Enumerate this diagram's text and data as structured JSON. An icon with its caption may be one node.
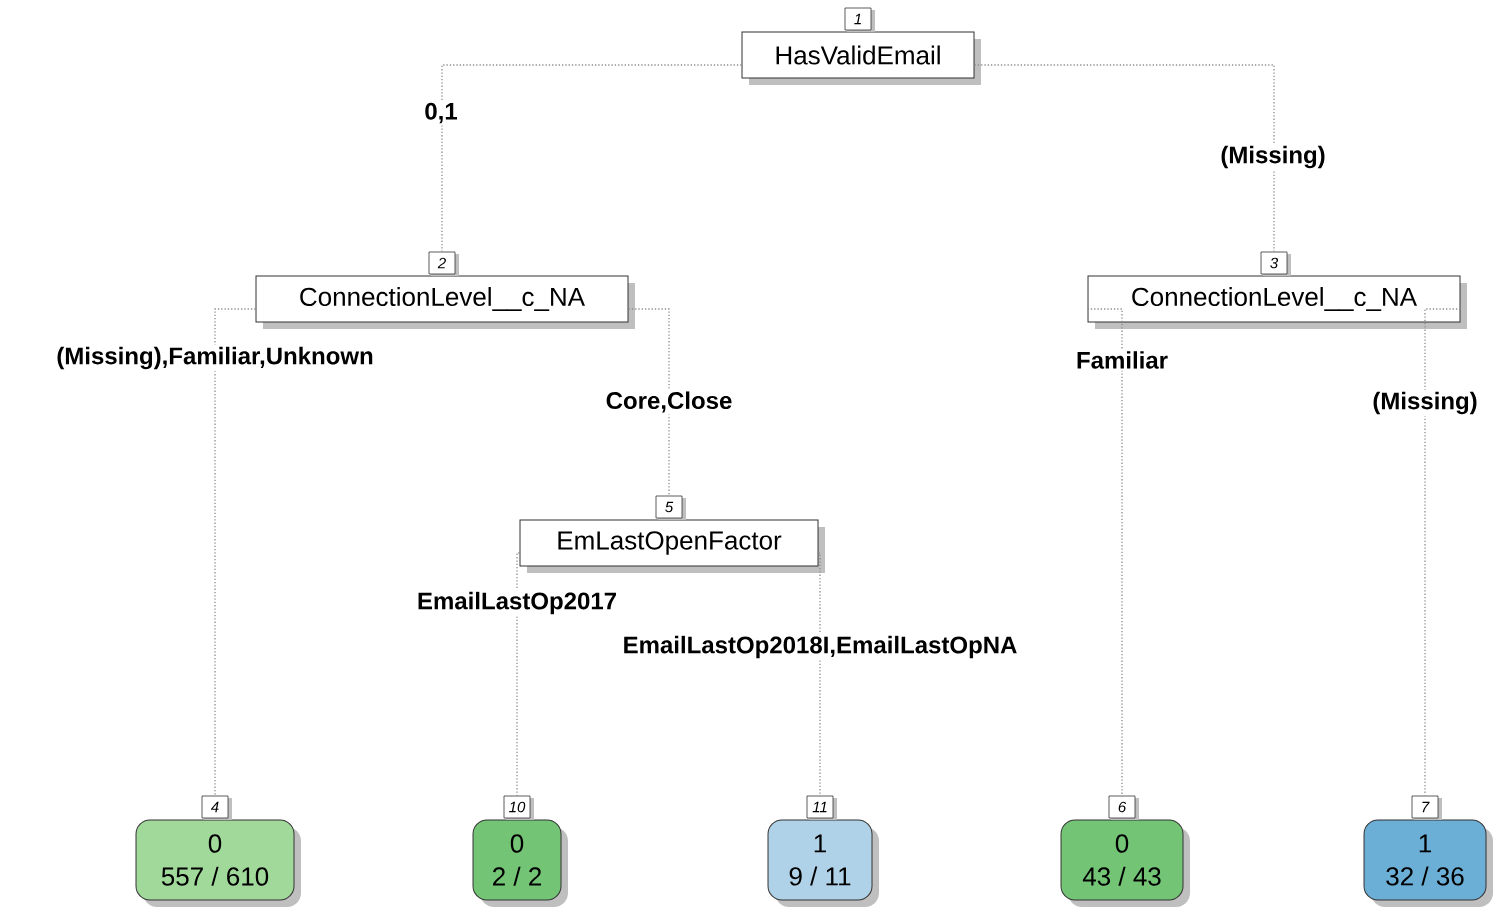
{
  "diagram": {
    "nodes": [
      {
        "text": [
          "HasValidEmail"
        ],
        "beside": [
          "1"
        ]
      },
      {
        "text": [
          "ConnectionLevel__c_NA"
        ],
        "beside": [
          "2"
        ]
      },
      {
        "text": [
          "ConnectionLevel__c_NA"
        ],
        "beside": [
          "3"
        ]
      },
      {
        "text": [
          "0",
          "557 / 610"
        ],
        "beside": [
          "4"
        ]
      },
      {
        "text": [
          "EmLastOpenFactor"
        ],
        "beside": [
          "5"
        ]
      },
      {
        "text": [
          "0",
          "2 / 2"
        ],
        "beside": [
          "10"
        ]
      },
      {
        "text": [
          "1",
          "9 / 11"
        ],
        "beside": [
          "11"
        ]
      },
      {
        "text": [
          "0",
          "43 / 43"
        ],
        "beside": [
          "6"
        ]
      },
      {
        "text": [
          "1",
          "32 / 36"
        ],
        "beside": [
          "7"
        ]
      }
    ],
    "edges": [
      {
        "from": 0,
        "to": 1,
        "arrow": "none",
        "label": "0,1",
        "style": "dashed"
      },
      {
        "from": 0,
        "to": 2,
        "arrow": "none",
        "label": "(Missing)",
        "style": "dashed"
      },
      {
        "from": 1,
        "to": 3,
        "arrow": "none",
        "label": "(Missing),Familiar,Unknown",
        "style": "dashed"
      },
      {
        "from": 1,
        "to": 4,
        "arrow": "none",
        "label": "Core,Close",
        "style": "dashed"
      },
      {
        "from": 4,
        "to": 5,
        "arrow": "none",
        "label": "EmailLastOp2017",
        "style": "dashed"
      },
      {
        "from": 4,
        "to": 6,
        "arrow": "none",
        "label": "EmailLastOp2018I,EmailLastOpNA",
        "style": "dashed"
      },
      {
        "from": 2,
        "to": 7,
        "arrow": "none",
        "label": "Familiar",
        "style": "dashed"
      },
      {
        "from": 2,
        "to": 8,
        "arrow": "none",
        "label": "(Missing)",
        "style": "dashed"
      }
    ]
  }
}
